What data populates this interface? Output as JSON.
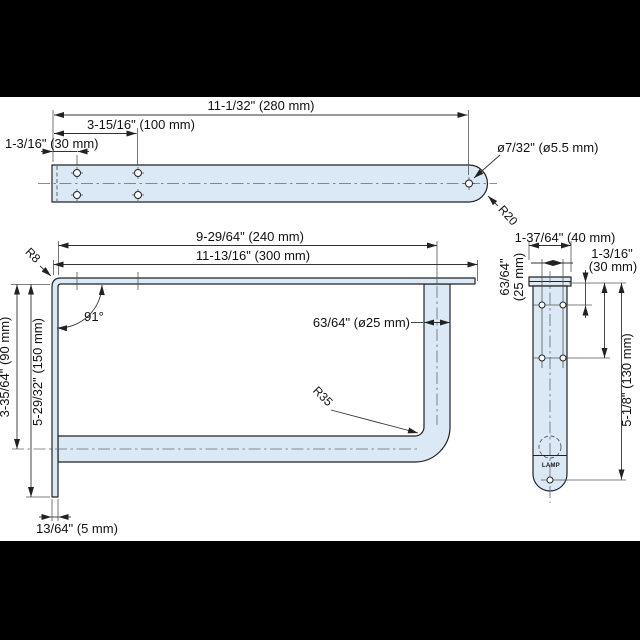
{
  "drawing": {
    "type": "technical-drawing",
    "product_logo": "LAMP",
    "colors": {
      "part_fill": "#dbe9f7",
      "outline": "#222222",
      "dimension": "#333333",
      "background": "#ffffff",
      "letterbox": "#000000"
    },
    "top_view": {
      "dim_length_overall": "11-1/32\" (280 mm)",
      "dim_hole_spacing": "3-15/16\" (100 mm)",
      "dim_hole_offset": "1-3/16\" (30 mm)",
      "dim_hole_diameter": "ø7/32\" (ø5.5 mm)",
      "dim_end_radius": "R20"
    },
    "front_view": {
      "dim_depth_to_tube_center": "9-29/64\" (240 mm)",
      "dim_depth_overall": "11-13/16\" (300 mm)",
      "dim_corner_radius": "R8",
      "dim_angle": "91°",
      "dim_tube_diameter": "63/64\" (ø25 mm)",
      "dim_bend_radius": "R35",
      "dim_height_to_tube_center": "3-35/64\" (90 mm)",
      "dim_height_overall": "5-29/32\" (150 mm)",
      "dim_plate_thickness": "13/64\" (5 mm)"
    },
    "side_view": {
      "dim_width_overall": "1-37/64\" (40 mm)",
      "dim_hole_span_inches": "63/64\"",
      "dim_hole_span_mm": "(25 mm)",
      "dim_top_hole_offset_line1": "1-3/16\"",
      "dim_top_hole_offset_line2": "(30 mm)",
      "dim_height_to_bottom_hole": "5-1/8\" (130 mm)"
    }
  }
}
